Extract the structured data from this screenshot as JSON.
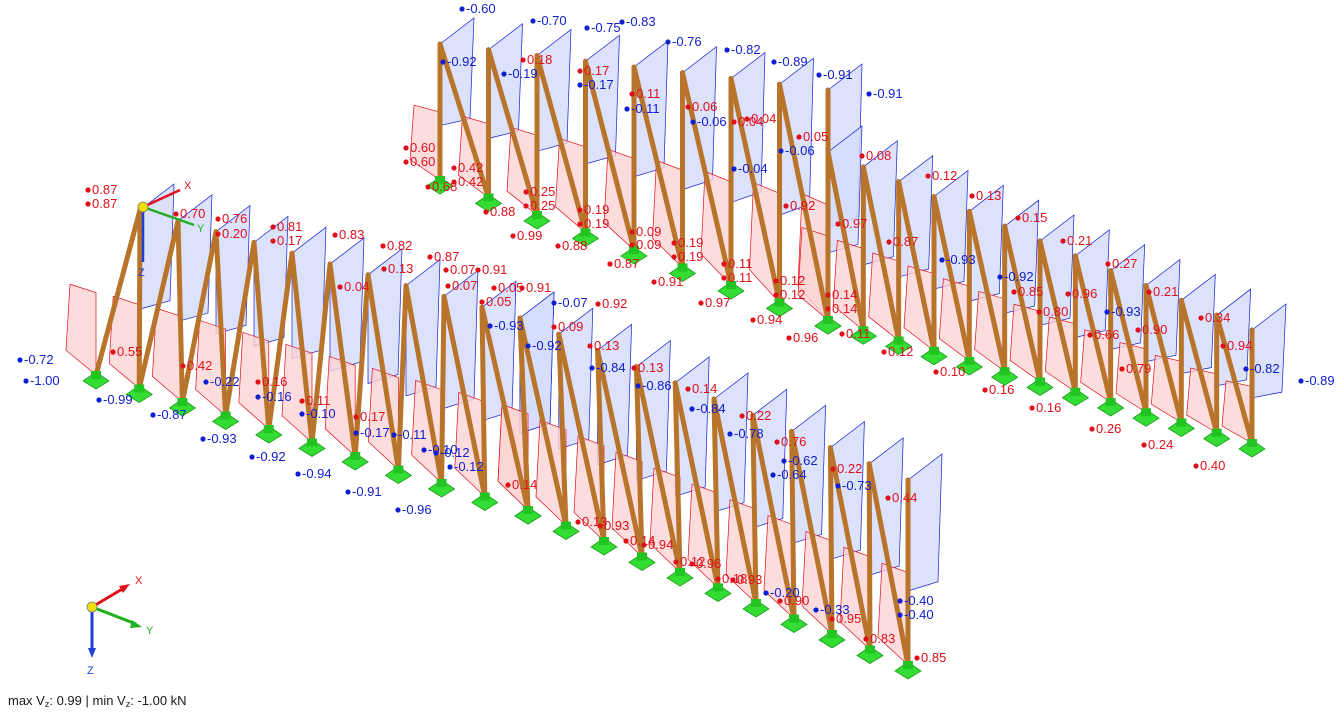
{
  "status_bar": {
    "max_prefix": "max V",
    "min_prefix": "min V",
    "subscript": "z",
    "max_value": ": 0.99 | ",
    "min_value": ": -1.00 kN"
  },
  "axes": {
    "x": "X",
    "y": "Y",
    "z": "Z"
  },
  "colors": {
    "positive": "#e0101a",
    "negative": "#1020d0",
    "member": "#b8742a",
    "support": "#33dd33",
    "pos_fill": "#fbd3d3",
    "neg_fill": "#d6dcfb"
  },
  "result_labels": {
    "row_a_top_values": [
      "-0.60",
      "-0.70",
      "-0.75",
      "-0.83",
      "-0.76",
      "-0.82",
      "-0.89",
      "-0.91",
      "-0.91"
    ],
    "row_a_mid_values": [
      "-0.92",
      "0.18",
      "-0.19",
      "0.17",
      "-0.17",
      "0.11",
      "-0.11",
      "0.06",
      "-0.06",
      "0.04",
      "0.05",
      "-0.06",
      "0.04",
      "-0.04"
    ],
    "row_a_left_values": [
      "0.60",
      "0.60",
      "0.42",
      "0.42",
      "0.68",
      "0.25",
      "0.25",
      "0.88",
      "0.19",
      "0.19",
      "0.99",
      "0.88",
      "0.09",
      "0.09",
      "0.19",
      "0.19",
      "0.87",
      "0.11",
      "0.11",
      "0.91",
      "0.12",
      "0.12",
      "0.97",
      "0.14",
      "0.14",
      "0.94",
      "0.96",
      "0.11"
    ],
    "row_b_values": [
      "0.08",
      "0.12",
      "0.13",
      "0.15",
      "0.21",
      "0.27",
      "0.21",
      "0.34",
      "0.94",
      "-0.82",
      "-0.89",
      "0.92",
      "0.97",
      "0.87",
      "-0.93",
      "-0.92",
      "0.85",
      "0.96",
      "-0.93",
      "0.80",
      "0.90",
      "0.66",
      "0.79",
      "0.12",
      "0.10",
      "0.16",
      "0.16",
      "0.26",
      "0.24",
      "0.40"
    ],
    "row_c_top_values": [
      "0.87",
      "0.87",
      "0.70",
      "0.76",
      "0.20",
      "0.81",
      "0.17",
      "0.83",
      "0.82",
      "0.87",
      "0.13",
      "0.07",
      "0.91",
      "0.04",
      "0.07",
      "0.05",
      "0.91",
      "0.05",
      "-0.07",
      "0.92"
    ],
    "row_c_bottom_values": [
      "-0.72",
      "-1.00",
      "0.55",
      "0.42",
      "-0.99",
      "-0.22",
      "0.16",
      "-0.87",
      "-0.16",
      "0.11",
      "-0.10",
      "-0.93",
      "0.17",
      "-0.17",
      "-0.11",
      "-0.92",
      "-0.10",
      "-0.12",
      "-0.94",
      "-0.12",
      "-0.91",
      "-0.96"
    ],
    "row_d_values": [
      "-0.93",
      "0.09",
      "-0.92",
      "0.13",
      "-0.84",
      "0.13",
      "-0.86",
      "0.14",
      "-0.84",
      "0.22",
      "-0.78",
      "0.76",
      "-0.62",
      "-0.64",
      "0.22",
      "-0.73",
      "0.44",
      "0.14",
      "0.13",
      "0.14",
      "0.12",
      "0.18",
      "-0.20",
      "-0.33",
      "-0.40",
      "-0.40",
      "0.93",
      "0.94",
      "0.96",
      "0.93",
      "0.90",
      "0.95",
      "0.83",
      "0.85"
    ]
  }
}
